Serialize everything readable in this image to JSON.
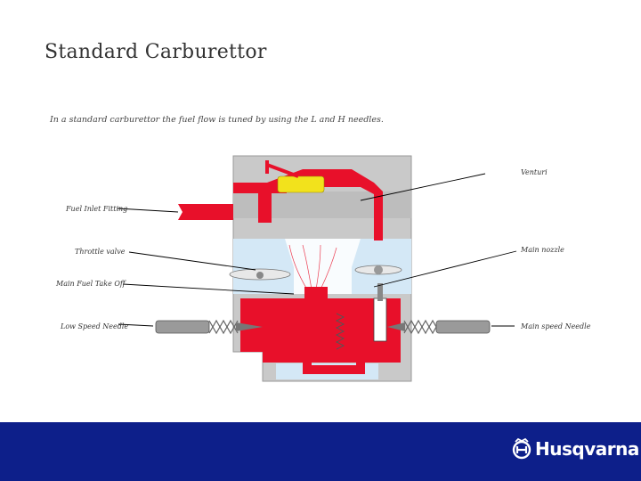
{
  "slide": {
    "title": "Standard Carburettor",
    "subtitle": "In a standard carburettor the fuel flow is tuned by using the L and H needles."
  },
  "labels": {
    "venturi": "Venturi",
    "fuel_inlet": "Fuel Inlet Fitting",
    "throttle": "Throttle valve",
    "main_nozzle": "Main nozzle",
    "main_fuel": "Main Fuel Take Off",
    "low_speed": "Low Speed Needle",
    "main_speed": "Main speed Needle"
  },
  "footer": {
    "brand": "Husqvarna",
    "brand_color": "#0d1f8a"
  },
  "colors": {
    "fuel": "#e8102a",
    "float": "#f0e020",
    "body": "#c8c8c8",
    "air": "#cfe6f5"
  }
}
